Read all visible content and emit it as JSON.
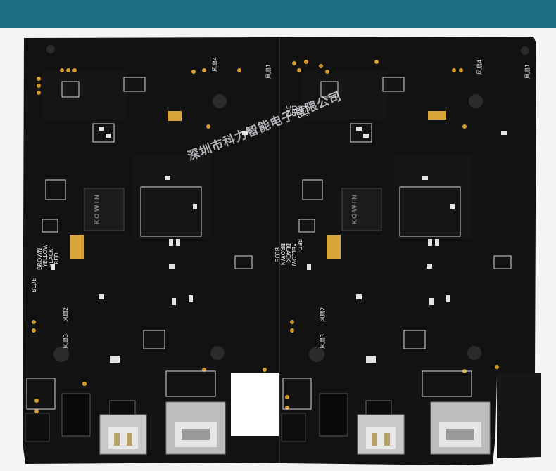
{
  "watermark": {
    "company": "深圳市科力智能电子有限公司"
  },
  "chips": {
    "left_label": "KOWIN",
    "right_label": "KOWIN"
  },
  "silkscreen": {
    "fan1": "风扇1",
    "fan2": "风扇2",
    "fan3": "风扇3",
    "fan4": "风扇4",
    "wire_colors": [
      "BLUE",
      "BROWN",
      "YELLOW",
      "BLACK",
      "RED"
    ],
    "key_led": [
      "KEY",
      "GND",
      "LED",
      "3V3"
    ]
  },
  "colors": {
    "banner": "#1e6d82",
    "board": "#111111",
    "pad_gold": "#d9a53a",
    "silk": "#e6e6e6"
  }
}
